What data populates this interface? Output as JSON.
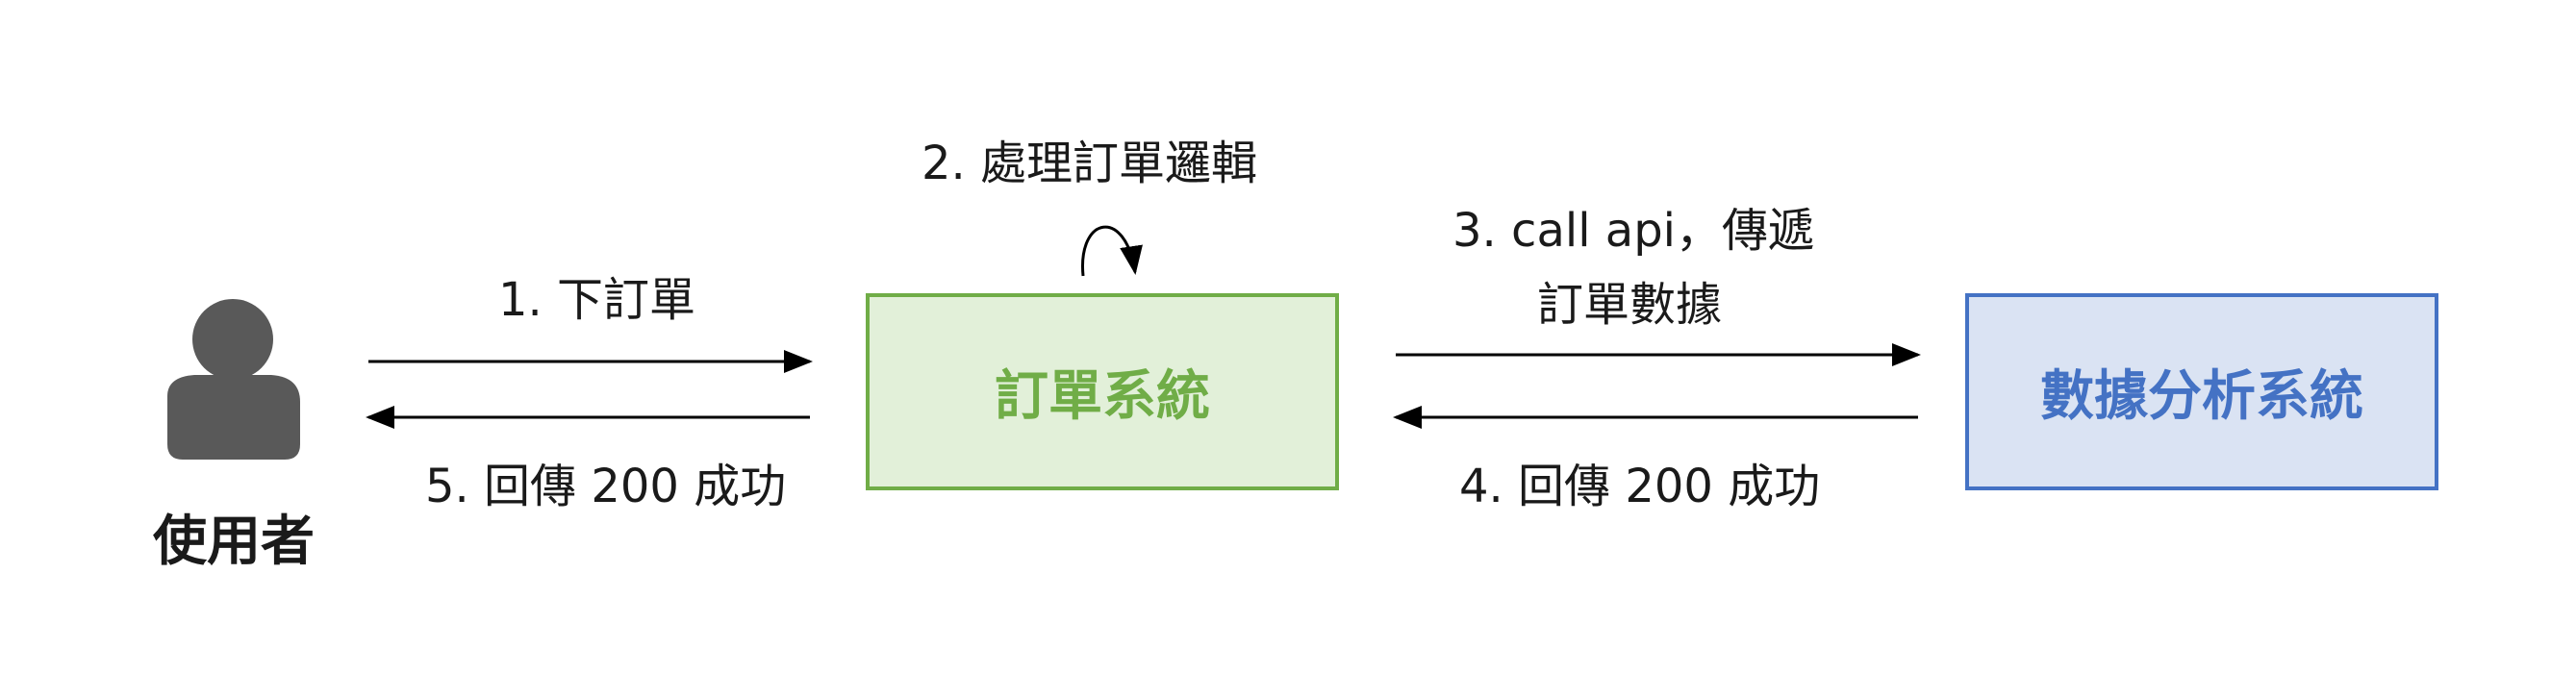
{
  "colors": {
    "order_system_fill": "#e2f0d9",
    "order_system_border": "#70ad47",
    "analytics_fill": "#dae3f3",
    "analytics_border": "#4472c4",
    "user_icon": "#595959",
    "arrow": "#000000"
  },
  "actor": {
    "label": "使用者",
    "icon": "user-icon"
  },
  "systems": {
    "order": "訂單系統",
    "analytics": "數據分析系統"
  },
  "steps": {
    "step1": "1. 下訂單",
    "step2": "2. 處理訂單邏輯",
    "step3_line1": "3. call api，傳遞",
    "step3_line2": "訂單數據",
    "step4": "4. 回傳 200 成功",
    "step5": "5. 回傳 200 成功"
  }
}
